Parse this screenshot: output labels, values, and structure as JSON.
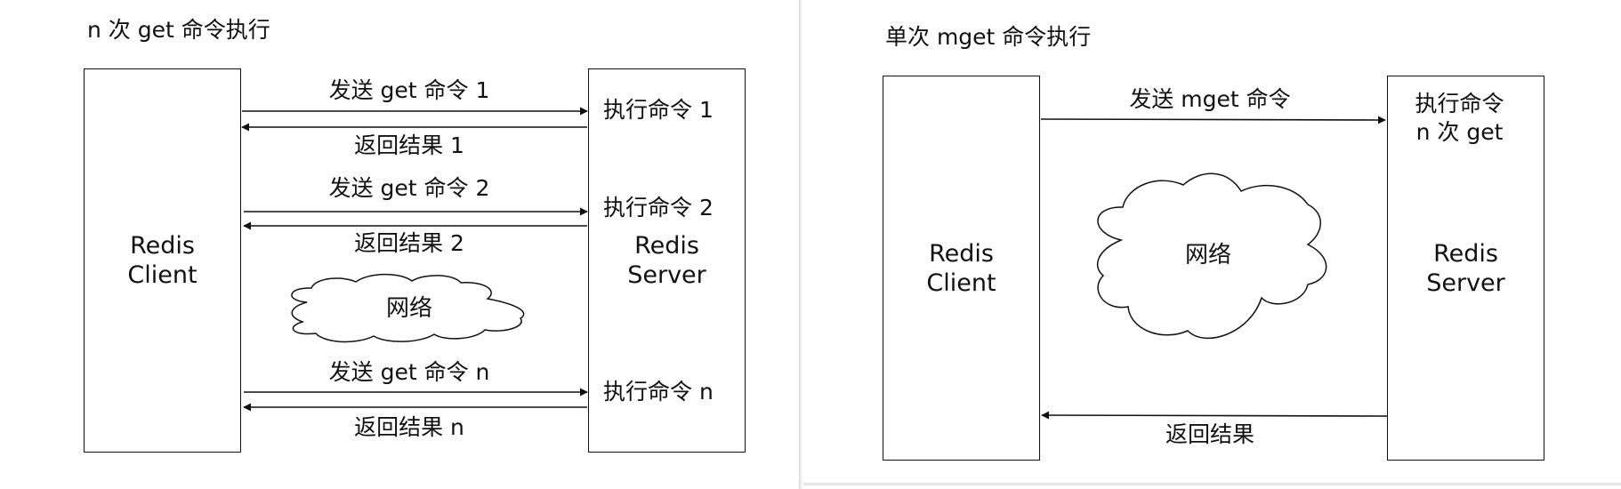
{
  "left": {
    "title": "n 次 get 命令执行",
    "client": {
      "line1": "Redis",
      "line2": "Client"
    },
    "server": {
      "line1": "Redis",
      "line2": "Server"
    },
    "cloud_label": "网络",
    "rows": [
      {
        "send": "发送 get 命令 1",
        "ret": "返回结果 1",
        "exec": "执行命令 1"
      },
      {
        "send": "发送 get 命令 2",
        "ret": "返回结果 2",
        "exec": "执行命令 2"
      },
      {
        "send": "发送 get 命令 n",
        "ret": "返回结果 n",
        "exec": "执行命令 n"
      }
    ]
  },
  "right": {
    "title": "单次 mget 命令执行",
    "client": {
      "line1": "Redis",
      "line2": "Client"
    },
    "server": {
      "line1": "Redis",
      "line2": "Server"
    },
    "cloud_label": "网络",
    "send": "发送 mget 命令",
    "exec_line1": "执行命令",
    "exec_line2": "n 次 get",
    "ret": "返回结果"
  }
}
